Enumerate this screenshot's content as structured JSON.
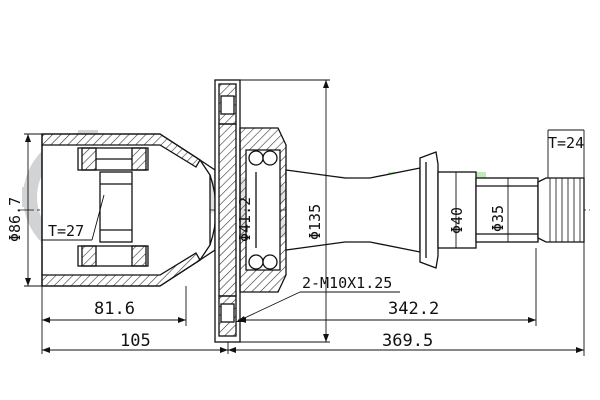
{
  "watermark": {
    "text": "PROFIT",
    "colors": {
      "gear": "#6c6f74",
      "letters": "#8a8d92",
      "accent": "#4cc43a"
    }
  },
  "dimensions": {
    "diam_86_7": "Φ86.7",
    "t27": "T=27",
    "diam_41_2": "Φ41.2",
    "diam_135": "Φ135",
    "diam_40": "Φ40",
    "diam_35": "Φ35",
    "t24": "T=24",
    "thread": "2-M10X1.25",
    "len_81_6": "81.6",
    "len_105": "105",
    "len_342_2": "342.2",
    "len_369_5": "369.5"
  },
  "colors": {
    "line": "#111111",
    "hatch": "#333333"
  },
  "icons": {
    "watermark_logo": "gear-logo-icon"
  }
}
